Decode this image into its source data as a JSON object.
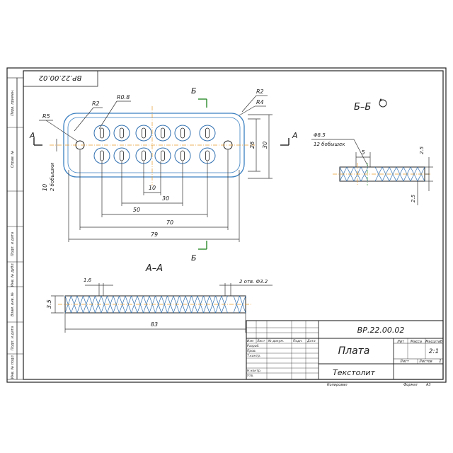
{
  "drawing": {
    "number_mirrored": "ВР.22.00.02",
    "section_a_label": "А–А",
    "section_b_label": "Б–Б",
    "cut_letter_a": "А",
    "cut_letter_b": "Б",
    "dims": {
      "r2_top": "R2",
      "r08": "R0.8",
      "r5": "R5",
      "r2_right": "R2",
      "r4": "R4",
      "d10_left": "10",
      "bosses_2": "2 бобышки",
      "d10": "10",
      "d30": "30",
      "d50": "50",
      "d70": "70",
      "d79": "79",
      "d26": "26",
      "d30_right": "30",
      "phi85": "Φ8.5",
      "bosses_12": "12 бобышек",
      "d5": "5",
      "d25a": "2.5",
      "d25b": "2.5",
      "d16": "1.6",
      "holes": "2 отв. Φ3.2",
      "d35": "3.5",
      "d83": "83"
    }
  },
  "left_stamp": {
    "labels": [
      "Перв. примен.",
      "Справ. №",
      "Подп. и дата",
      "Инв. № дубл.",
      "Взам. инв. №",
      "Подп. и дата",
      "Инв. № подл."
    ]
  },
  "title_block": {
    "designation": "ВР.22.00.02",
    "part_name": "Плата",
    "material": "Текстолит",
    "col_lit": "Лит",
    "col_mass": "Масса",
    "col_scale": "Масштаб",
    "scale_value": "2:1",
    "row_izm": "Изм",
    "row_list": "Лист",
    "row_doc": "№ докум.",
    "row_sign": "Подп.",
    "row_date": "Дата",
    "razrab": "Разраб.",
    "prov": "Пров.",
    "tkontr": "Т.контр.",
    "nkontr": "Н.контр.",
    "utv": "Утв.",
    "sheet": "Лист",
    "sheets": "Листов",
    "sheets_value": "1",
    "copied": "Копировал",
    "format": "Формат",
    "format_value": "А3"
  },
  "colors": {
    "frame": "#222222",
    "outline_blue": "#3a7fc0",
    "centerline_orange": "#e69a2a",
    "centerline_green": "#4aa24a",
    "hatch_blue": "#2f6fb0"
  }
}
